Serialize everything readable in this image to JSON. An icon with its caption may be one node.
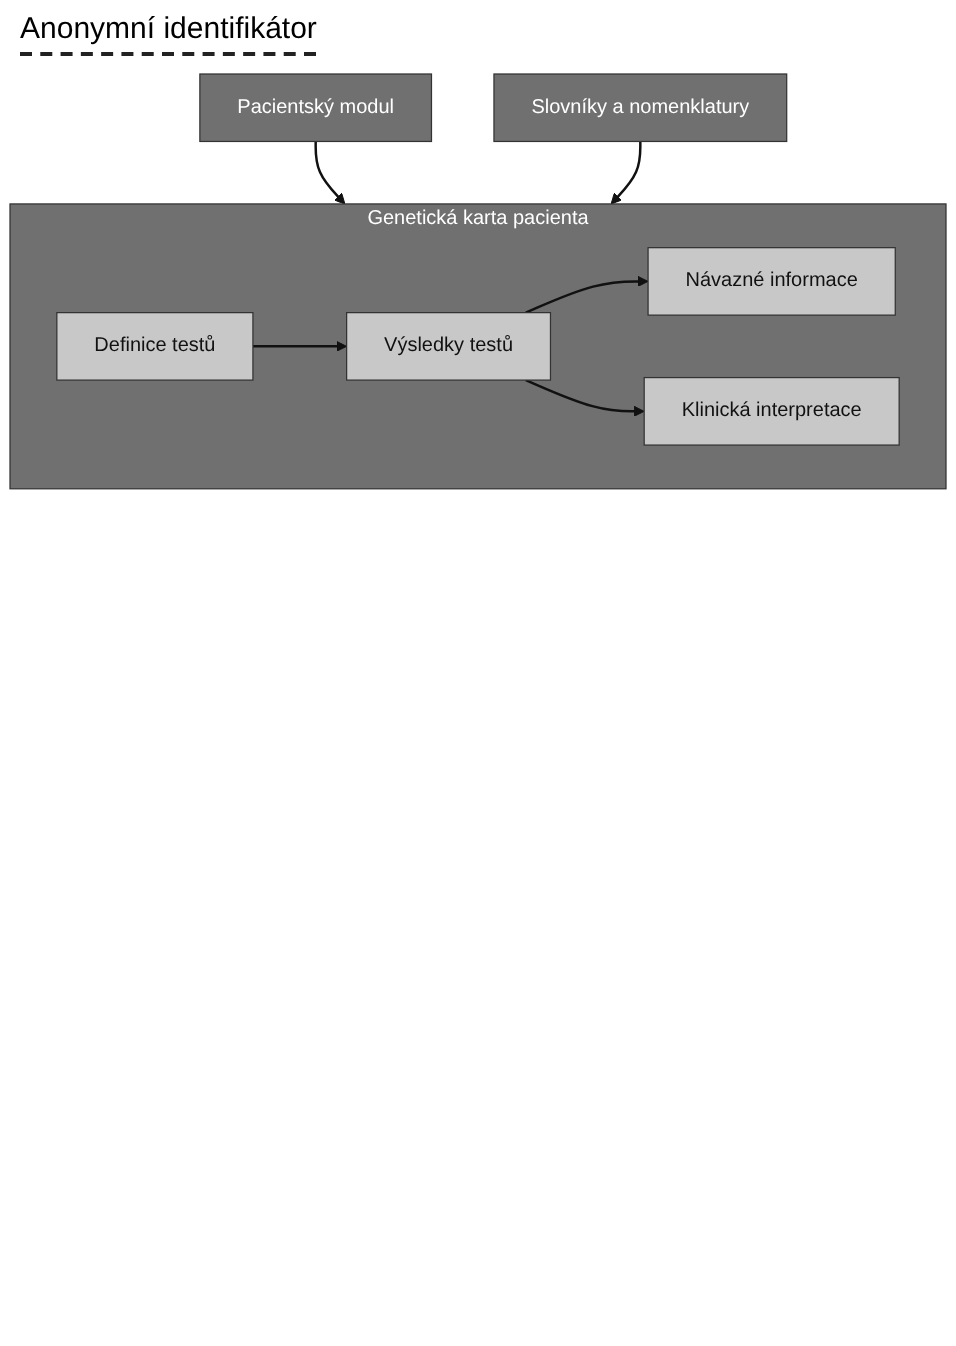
{
  "diagram": {
    "nodes": [
      {
        "text": [
          "Pacientský modul"
        ]
      },
      {
        "text": [
          "Genetická karta pacienta"
        ]
      },
      {
        "text": [
          "Definice testů"
        ],
        "in": 1
      },
      {
        "text": [
          "Návazné informace"
        ],
        "in": 1
      },
      {
        "text": [
          "Výsledky testů"
        ],
        "in": 1
      },
      {
        "text": [
          "Klinická interpretace"
        ],
        "in": 1
      },
      {
        "text": [
          "Slovníky a nomenklatury"
        ]
      }
    ],
    "edges": [
      {
        "from": 0,
        "to": 1,
        "arrow": "to"
      },
      {
        "from": 2,
        "to": 4,
        "arrow": "to"
      },
      {
        "from": 4,
        "to": 3,
        "arrow": "to"
      },
      {
        "from": 4,
        "to": 5,
        "arrow": "to"
      },
      {
        "from": 6,
        "to": 1,
        "arrow": "to"
      }
    ],
    "labels": [
      "Anonymní identifikátor"
    ]
  }
}
